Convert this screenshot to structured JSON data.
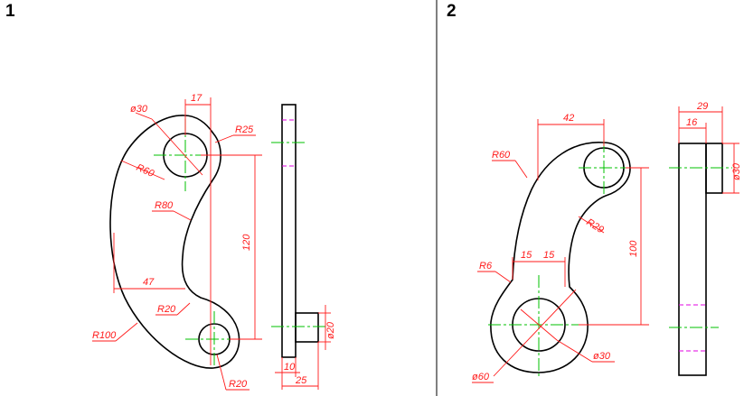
{
  "panels": [
    {
      "label": "1",
      "dimensions": {
        "d_hole_top": "ø30",
        "width_17": "17",
        "r_top_boss": "R25",
        "r_outer_arc": "R60",
        "r_inner_arc": "R80",
        "height_120": "120",
        "width_47": "47",
        "r_fillet": "R20",
        "r_big": "R100",
        "r_bottom_boss": "R20",
        "d_side_boss": "ø20",
        "thick_10": "10",
        "width_25": "25"
      }
    },
    {
      "label": "2",
      "dimensions": {
        "width_42": "42",
        "r_outer": "R60",
        "r_inner": "R29",
        "width_15a": "15",
        "width_15b": "15",
        "height_100": "100",
        "r_small": "R6",
        "d_small": "ø30",
        "d_big": "ø60",
        "width_29": "29",
        "width_16": "16",
        "d_side_boss": "ø30"
      }
    }
  ],
  "colors": {
    "outline": "#000000",
    "dimension": "#ff1a1a",
    "centerline": "#00c000",
    "hidden": "#e000e0"
  }
}
